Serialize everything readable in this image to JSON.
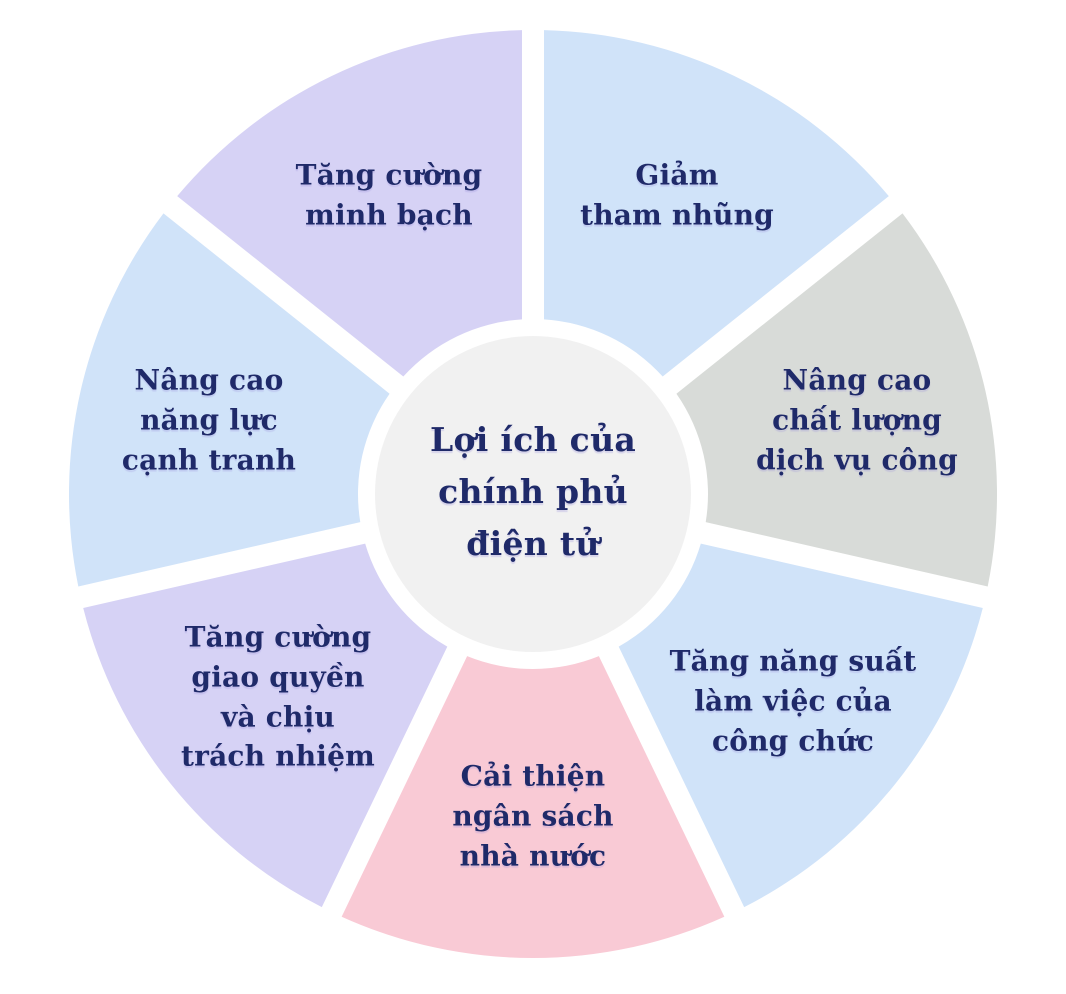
{
  "diagram": {
    "text_color": "#1f2a69",
    "center": {
      "title_lines": [
        "Lợi ích của",
        "chính phủ",
        "điện tử"
      ],
      "bg_color": "#f1f1f1"
    },
    "segments": [
      {
        "label_lines": [
          "Giảm",
          "tham nhũng"
        ],
        "color": "#d0e3f9"
      },
      {
        "label_lines": [
          "Nâng cao",
          "chất lượng",
          "dịch vụ công"
        ],
        "color": "#d8dbd8"
      },
      {
        "label_lines": [
          "Tăng năng suất",
          "làm việc của",
          "công chức"
        ],
        "color": "#d0e3f9"
      },
      {
        "label_lines": [
          "Cải thiện",
          "ngân sách",
          "nhà nước"
        ],
        "color": "#f9cad5",
        "label_radius": 322
      },
      {
        "label_lines": [
          "Tăng cường",
          "giao quyền",
          "và chịu",
          "trách nhiệm"
        ],
        "color": "#d6d2f5",
        "label_radius": 326
      },
      {
        "label_lines": [
          "Nâng cao",
          "năng lực",
          "cạnh tranh"
        ],
        "color": "#d0e3f9"
      },
      {
        "label_lines": [
          "Tăng cường",
          "minh bạch"
        ],
        "color": "#d6d2f5"
      }
    ]
  }
}
